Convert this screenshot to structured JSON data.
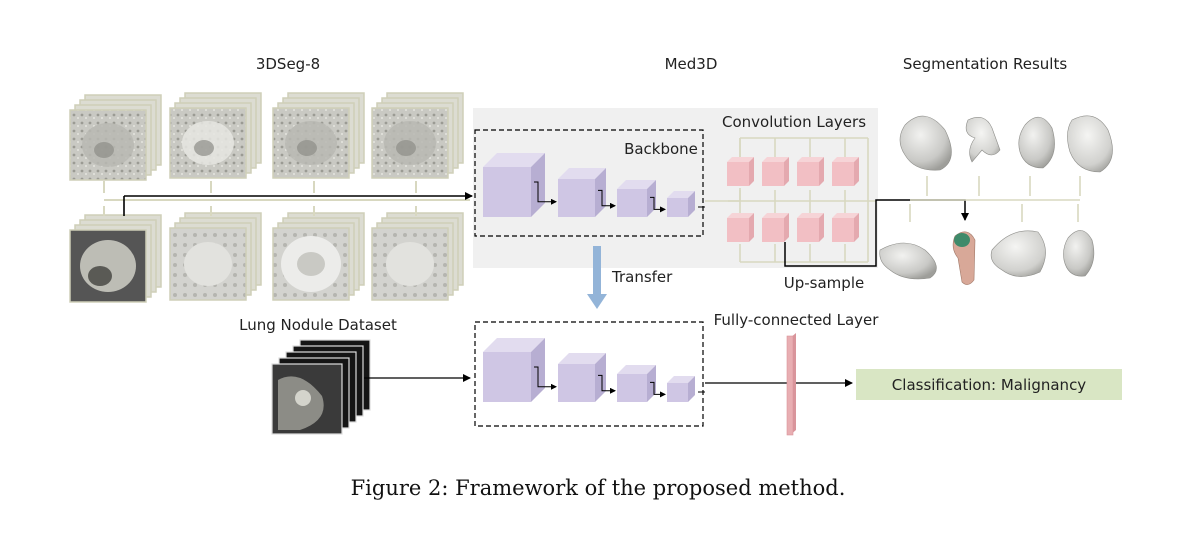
{
  "labels": {
    "dataset_top": "3DSeg-8",
    "dataset_bottom": "Lung Nodule Dataset",
    "model": "Med3D",
    "results": "Segmentation Results",
    "conv_layers": "Convolution Layers",
    "backbone": "Backbone",
    "transfer": "Transfer",
    "upsample": "Up-sample",
    "fc_layer": "Fully-connected Layer",
    "classification": "Classification: Malignancy"
  },
  "caption": "Figure 2: Framework of the proposed method.",
  "colors": {
    "cube_front": "#cfc6e4",
    "cube_top": "#e2dcef",
    "cube_side": "#b7aed2",
    "conv_front": "#f2bfc4",
    "conv_top": "#f6d4d7",
    "conv_side": "#e4a9af",
    "grey_panel": "#f0f0f0",
    "transfer_arrow": "#93b4d8",
    "fc_bar": "#e8aeb2",
    "class_box": "#d9e6c4",
    "connector": "#d8d8c0",
    "frame_border": "#cfcfb8"
  }
}
